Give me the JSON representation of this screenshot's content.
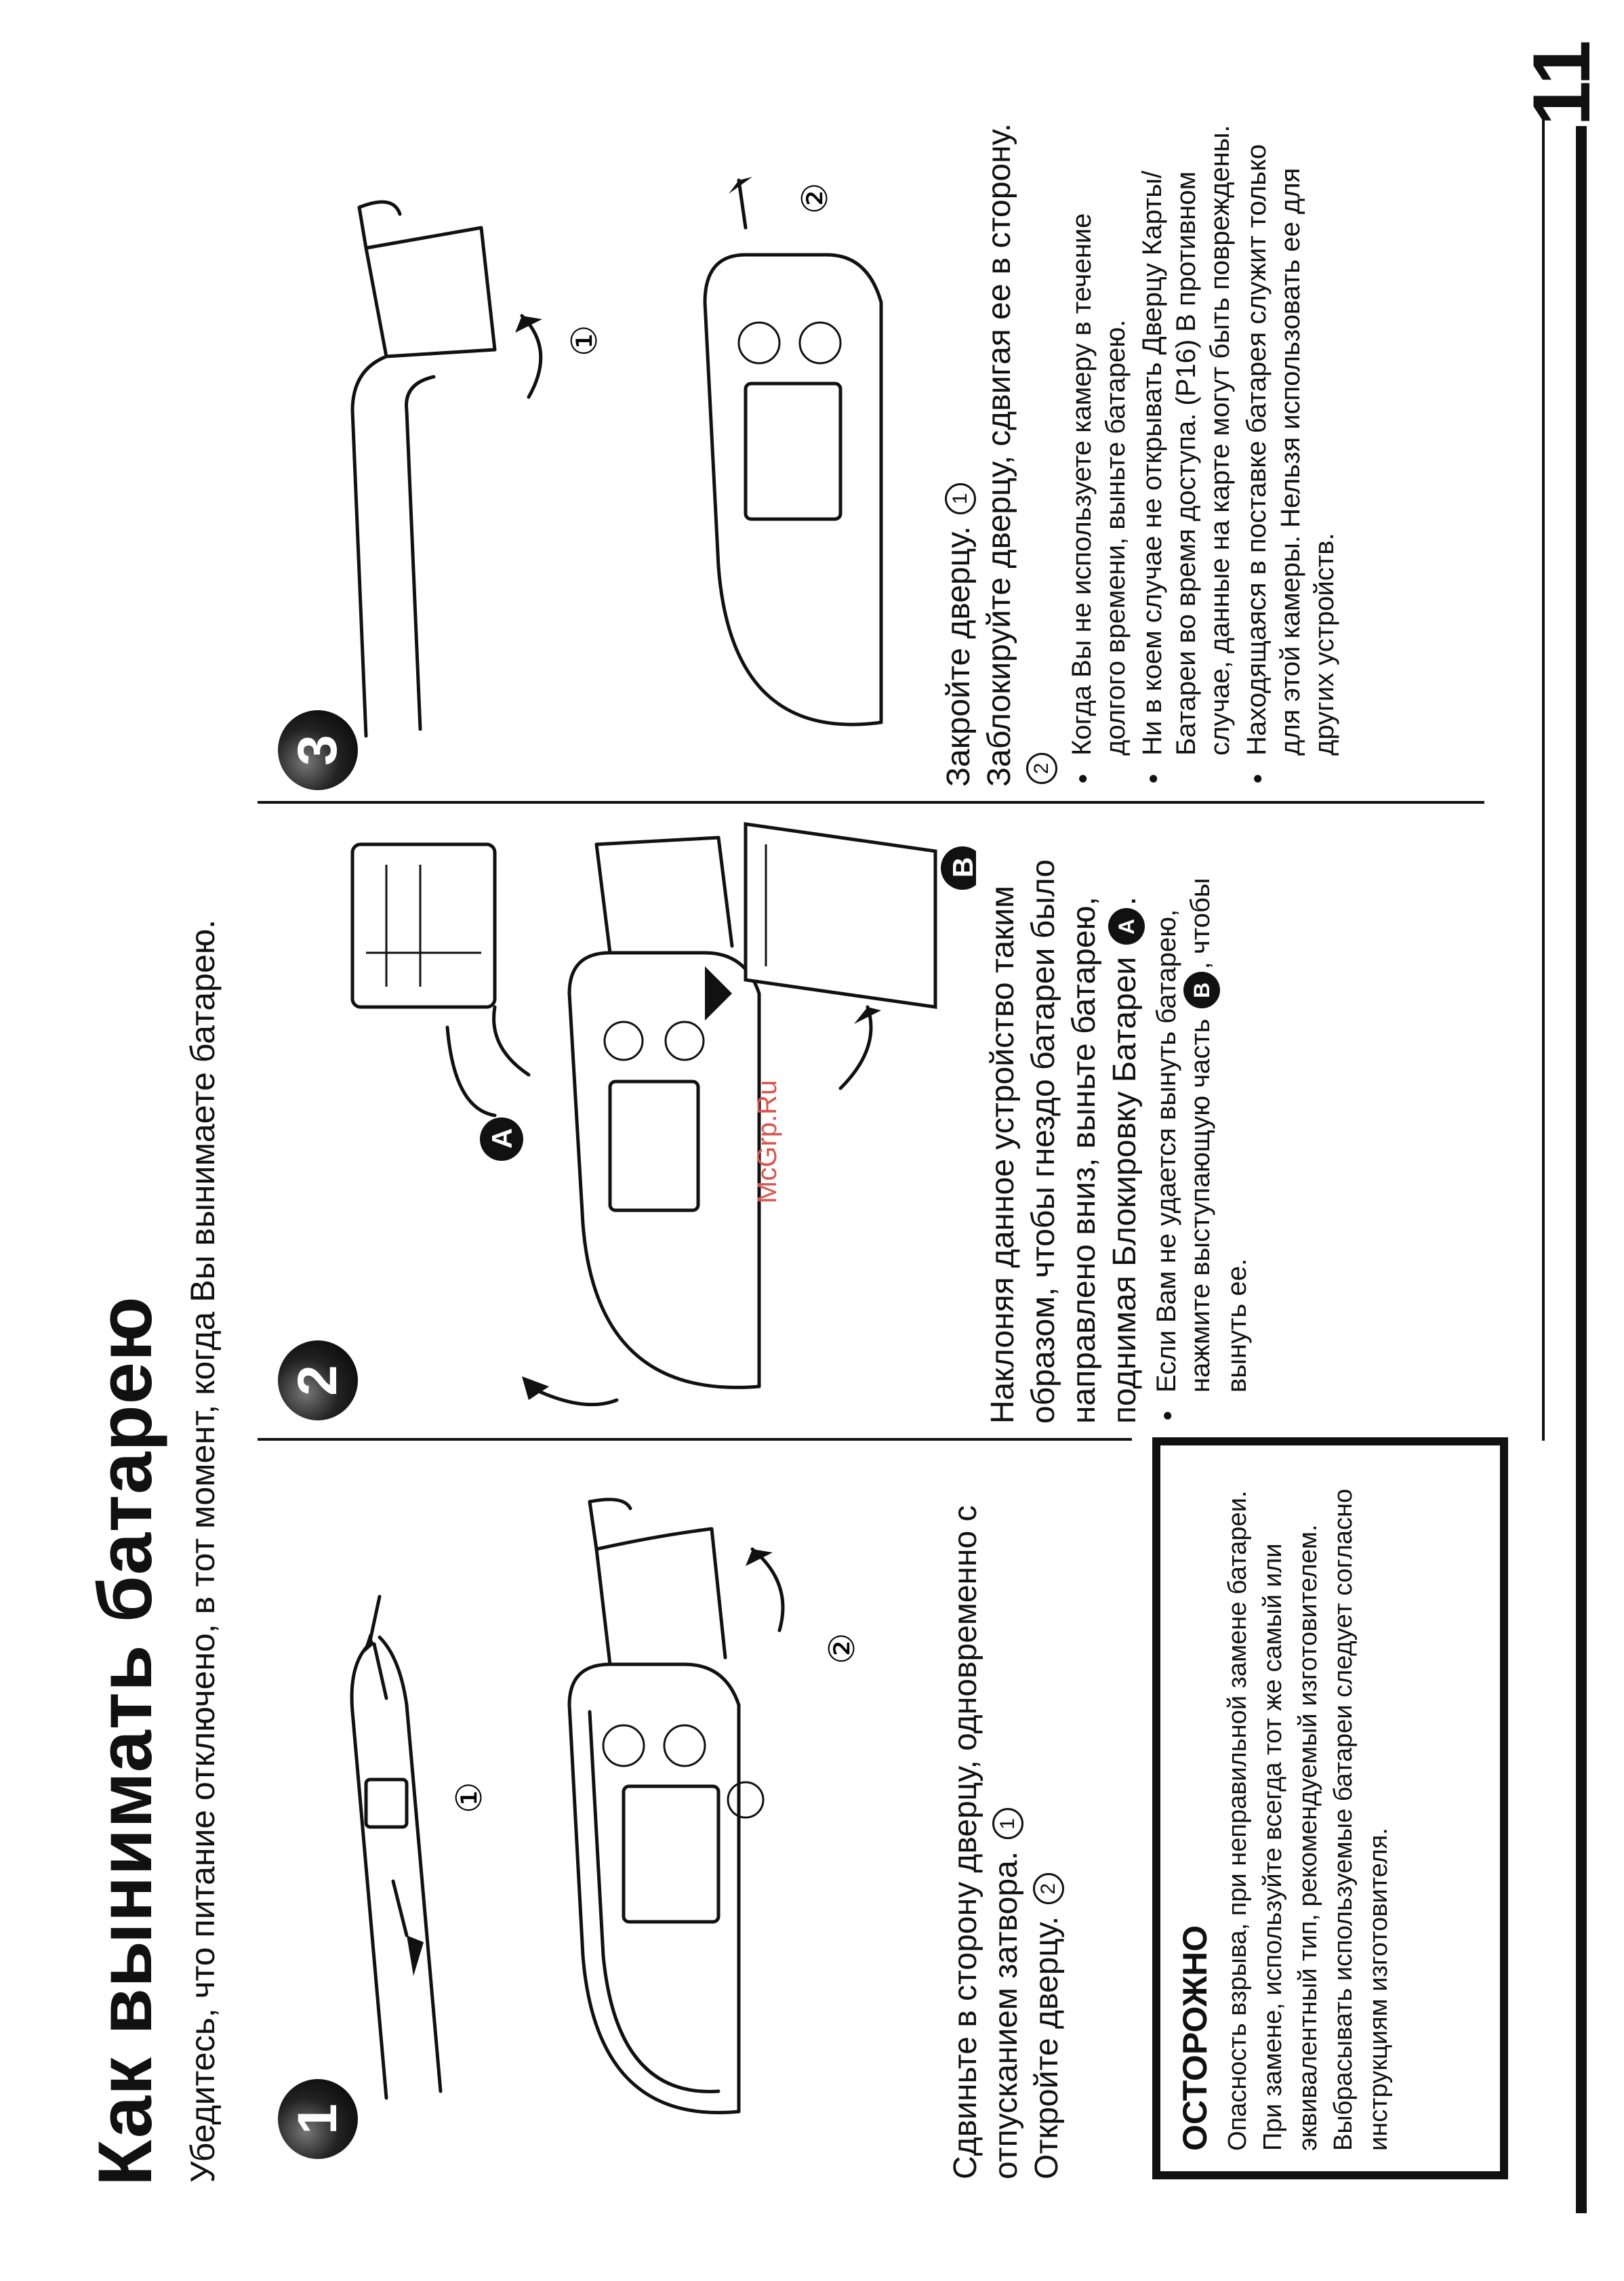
{
  "page": {
    "title": "Как вынимать батарею",
    "subtitle": "Убедитесь, что питание отключено, в тот момент, когда Вы вынимаете батарею.",
    "page_number": "11",
    "watermark": "McGrp.Ru"
  },
  "steps": [
    {
      "number": "1",
      "text1": "Сдвиньте в сторону дверцу, одновременно с отпусканием затвора.",
      "text2": "Откройте дверцу.",
      "callouts": [
        "1",
        "2"
      ]
    },
    {
      "number": "2",
      "text1": "Наклоняя данное устройство таким образом, чтобы гнездо батареи было направлено вниз, выньте батарею, поднимая Блокировку Батареи",
      "label_a": "A",
      "label_b": "B",
      "bullet1_pre": "Если Вам не удается вынуть батарею, нажмите выступающую часть",
      "bullet1_post": ", чтобы вынуть ее."
    },
    {
      "number": "3",
      "text1": "Закройте дверцу.",
      "text2": "Заблокируйте дверцу, сдвигая ее в сторону.",
      "callouts": [
        "1",
        "2"
      ],
      "bullets": [
        "Когда Вы не используете камеру в течение долгого времени, выньте батарею.",
        "Ни в коем случае не открывать Дверцу Карты/Батареи во время доступа. (P16) В противном случае, данные на карте могут быть повреждены.",
        "Находящаяся в поставке батарея служит только для этой камеры. Нельзя использовать ее для других устройств."
      ]
    }
  ],
  "warning": {
    "heading": "ОСТОРОЖНО",
    "text": "Опасность взрыва, при неправильной замене батареи. При замене, используйте всегда тот же самый или эквивалентный тип, рекомендуемый изготовителем. Выбрасывать используемые батареи следует согласно инструкциям изготовителя."
  }
}
